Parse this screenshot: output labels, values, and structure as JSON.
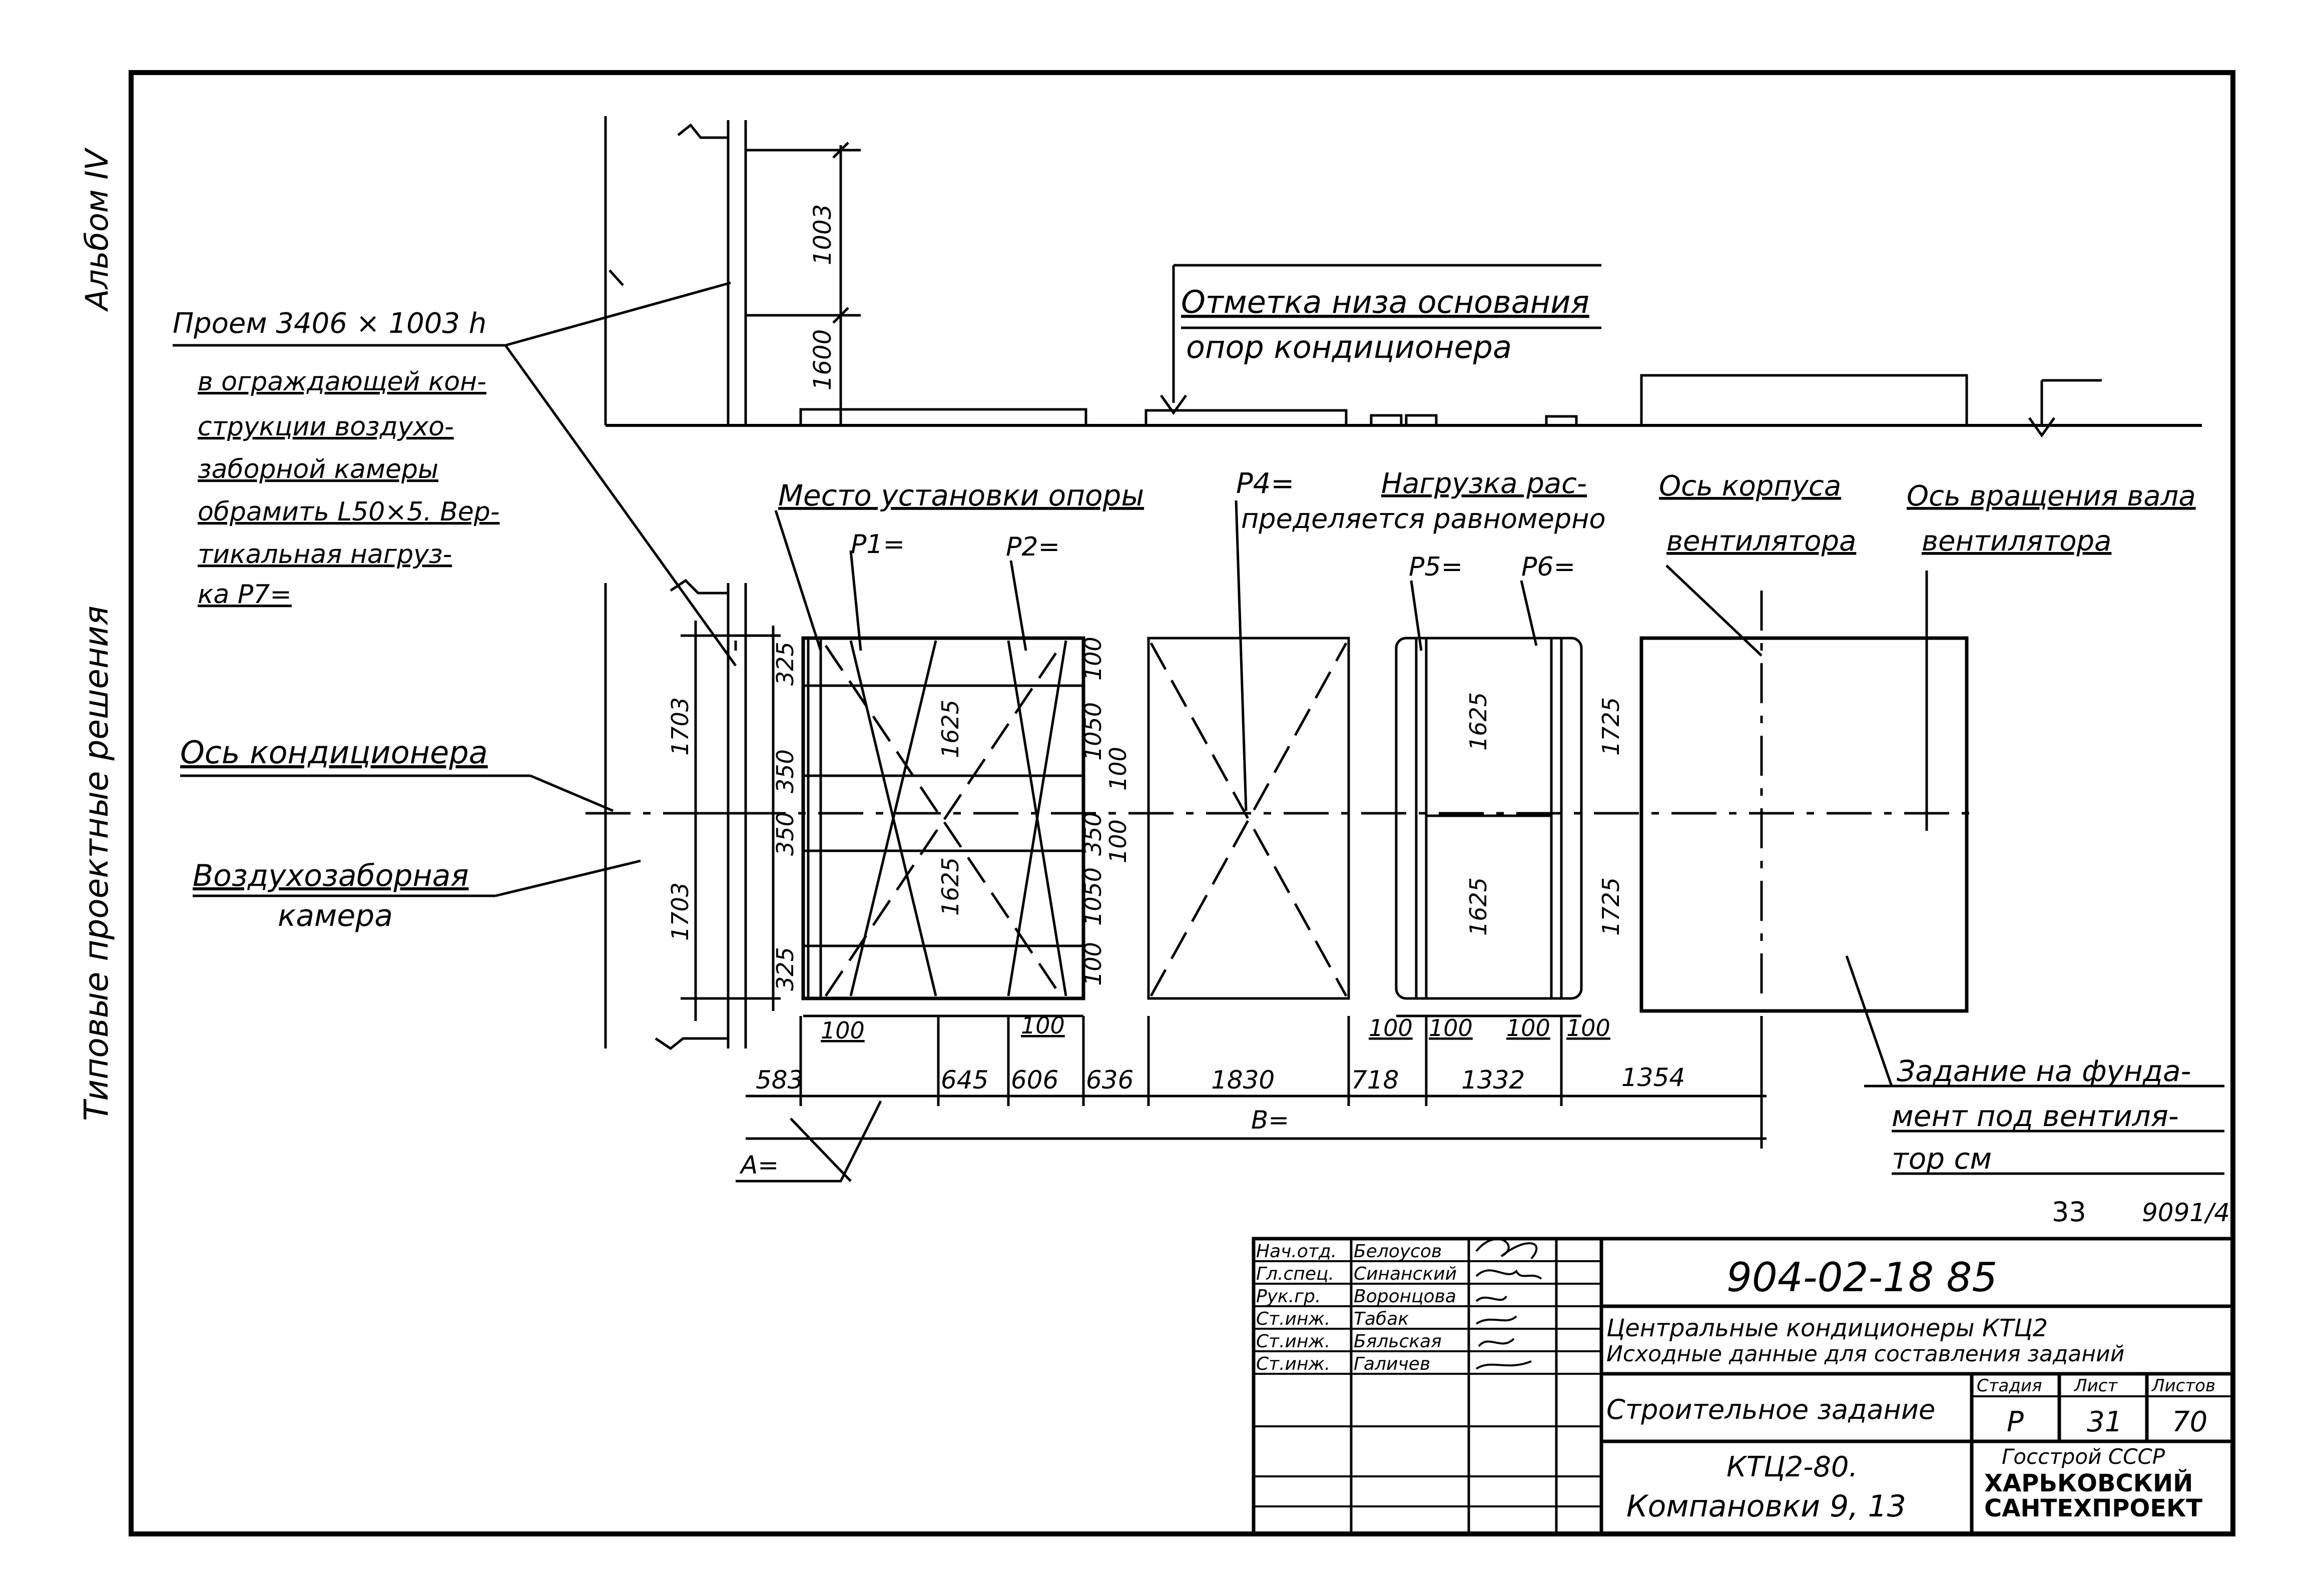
{
  "margin": {
    "album": "Альбом IV",
    "series": "Типовые проектные решения"
  },
  "top_view": {
    "dim_1003": "1003",
    "dim_1600": "1600",
    "note_line1": "Отметка низа основания",
    "note_line2": "опор кондиционера"
  },
  "left_notes": {
    "opening_l1": "Проем 3406 × 1003 h",
    "opening_l2": "в ограждающей кон-",
    "opening_l3": "струкции воздухо-",
    "opening_l4": "заборной камеры",
    "opening_l5": "обрамить L50×5. Вер-",
    "opening_l6": "тикальная нагруз-",
    "opening_l7": "ка P7=",
    "axis_label": "Ось кондиционера",
    "chamber_l1": "Воздухозаборная",
    "chamber_l2": "камера"
  },
  "plan_labels": {
    "support_place": "Место установки опоры",
    "p1": "P1=",
    "p2": "P2=",
    "p4": "P4=",
    "load_l1": "Нагрузка рас-",
    "load_l2": "пределяется равномерно",
    "p5": "P5=",
    "p6": "P6=",
    "body_axis_l1": "Ось корпуса",
    "body_axis_l2": "вентилятора",
    "shaft_axis_l1": "Ось вращения вала",
    "shaft_axis_l2": "вентилятора",
    "found_l1": "Задание на фунда-",
    "found_l2": "мент под вентиля-",
    "found_l3": "тор см"
  },
  "plan_dims": {
    "left_1703a": "1703",
    "left_1703b": "1703",
    "d325a": "325",
    "d350a": "350",
    "d350b": "350",
    "d325b": "325",
    "d1625a": "1625",
    "d1625b": "1625",
    "d100a": "100",
    "d1050a": "1050",
    "d100b": "100",
    "d100c": "100",
    "d1050b": "1050",
    "d100d": "100",
    "d350c": "350",
    "d1625c": "1625",
    "d1625d": "1625",
    "d1725a": "1725",
    "d1725b": "1725",
    "bot_100a": "100",
    "bot_100b": "100",
    "bot_100c": "100",
    "bot_100d": "100",
    "bot_100e": "100",
    "bot_100f": "100"
  },
  "bottom_dims": {
    "d583": "583",
    "d645": "645",
    "d606": "606",
    "d636": "636",
    "d1830": "1830",
    "d718": "718",
    "d1332": "1332",
    "d1354": "1354",
    "b_total": "B=",
    "a_total": "A="
  },
  "sheet_ref": {
    "page": "33",
    "code": "9091/4"
  },
  "title_block": {
    "doc_number": "904-02-18 85",
    "title_l1": "Центральные кондиционеры  КТЦ2",
    "title_l2": "Исходные данные для составления заданий",
    "sheet_name": "Строительное задание",
    "col_stage": "Стадия",
    "col_sheet": "Лист",
    "col_sheets": "Листов",
    "stage": "Р",
    "sheet": "31",
    "sheets": "70",
    "subject_l1": "КТЦ2-80.",
    "subject_l2": "Компановки 9, 13",
    "org_l1": "Госстрой СССР",
    "org_l2": "ХАРЬКОВСКИЙ",
    "org_l3": "САНТЕХПРОЕКТ",
    "rows": [
      {
        "role": "Нач.отд.",
        "name": "Белоусов"
      },
      {
        "role": "Гл.спец.",
        "name": "Синанский"
      },
      {
        "role": "Рук.гр.",
        "name": "Воронцова"
      },
      {
        "role": "Ст.инж.",
        "name": "Табак"
      },
      {
        "role": "Ст.инж.",
        "name": "Бяльская"
      },
      {
        "role": "Ст.инж.",
        "name": "Галичев"
      }
    ]
  }
}
